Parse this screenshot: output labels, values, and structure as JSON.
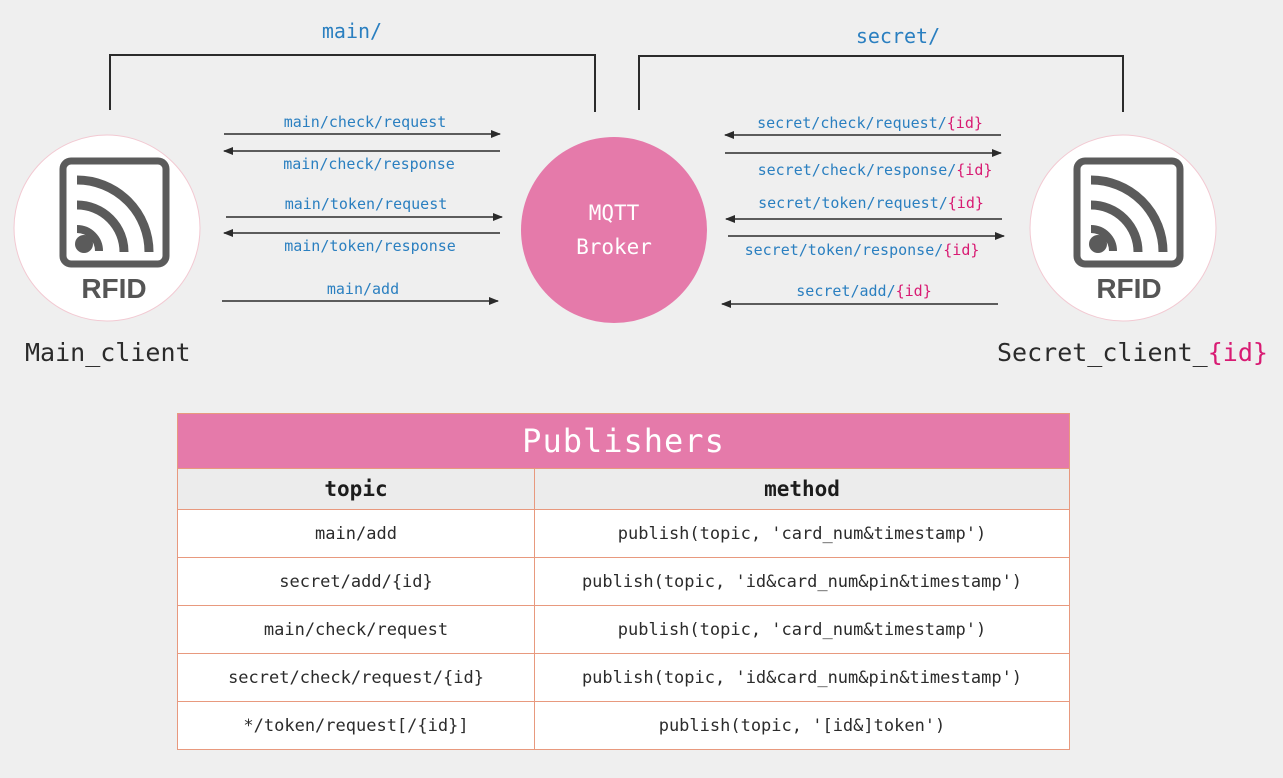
{
  "diagram": {
    "groups": {
      "main": "main/",
      "secret": "secret/"
    },
    "broker": {
      "line1": "MQTT",
      "line2": "Broker"
    },
    "main_client": {
      "icon_label": "RFID",
      "name": "Main_client"
    },
    "secret_client": {
      "icon_label": "RFID",
      "name_prefix": "Secret_client_",
      "name_suffix": "{id}"
    },
    "main_topics": {
      "check_request": "main/check/request",
      "check_response": "main/check/response",
      "token_request": "main/token/request",
      "token_response": "main/token/response",
      "add": "main/add"
    },
    "secret_topics": {
      "check_request": {
        "prefix": "secret/check/request/",
        "suffix": "{id}"
      },
      "check_response": {
        "prefix": "secret/check/response/",
        "suffix": "{id}"
      },
      "token_request": {
        "prefix": "secret/token/request/",
        "suffix": "{id}"
      },
      "token_response": {
        "prefix": "secret/token/response/",
        "suffix": "{id}"
      },
      "add": {
        "prefix": "secret/add/",
        "suffix": "{id}"
      }
    }
  },
  "publishers": {
    "title": "Publishers",
    "columns": [
      "topic",
      "method"
    ],
    "rows": [
      [
        "main/add",
        "publish(topic, 'card_num&timestamp')"
      ],
      [
        "secret/add/{id}",
        "publish(topic, 'id&card_num&pin&timestamp')"
      ],
      [
        "main/check/request",
        "publish(topic, 'card_num&timestamp')"
      ],
      [
        "secret/check/request/{id}",
        "publish(topic, 'id&card_num&pin&timestamp')"
      ],
      [
        "*/token/request[/{id}]",
        "publish(topic, '[id&]token')"
      ]
    ]
  },
  "colors": {
    "accent_pink": "#e57aaa",
    "topic_blue": "#2a7fc0",
    "id_magenta": "#d81b73",
    "table_border": "#e8997e"
  },
  "icons": [
    "rfid-icon",
    "arrow-right-icon",
    "arrow-left-icon"
  ]
}
